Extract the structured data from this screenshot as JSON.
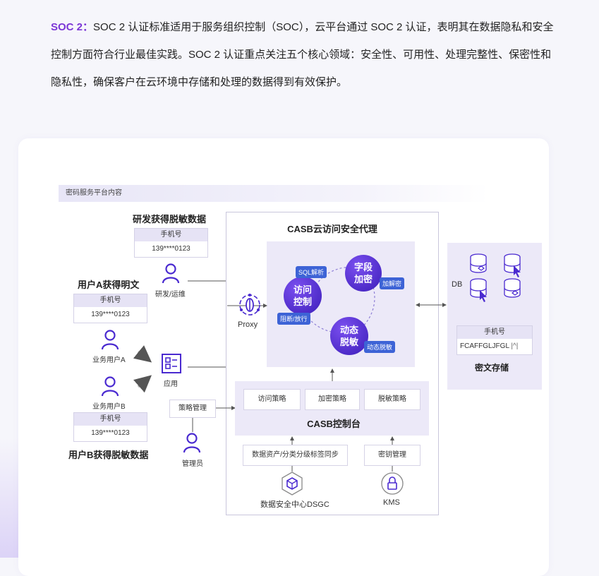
{
  "intro": {
    "keyword": "SOC 2：",
    "text": "SOC 2 认证标准适用于服务组织控制（SOC），云平台通过 SOC 2 认证，表明其在数据隐私和安全控制方面符合行业最佳实践。SOC 2 认证重点关注五个核心领域：安全性、可用性、处理完整性、保密性和隐私性，确保客户在云环境中存储和处理的数据得到有效保护。"
  },
  "diagram": {
    "banner": "密码服务平台内容",
    "dev": {
      "title": "研发获得脱敏数据",
      "phone_header": "手机号",
      "phone_value": "139****0123",
      "label": "研发/运维"
    },
    "userA": {
      "title": "用户A获得明文",
      "phone_header": "手机号",
      "phone_value": "139****0123",
      "label": "业务用户A"
    },
    "userB": {
      "title": "用户B获得脱敏数据",
      "phone_header": "手机号",
      "phone_value": "139****0123",
      "label": "业务用户B"
    },
    "app": {
      "label": "应用"
    },
    "policy_mgmt": "策略管理",
    "admin": "管理员",
    "proxy": "Proxy",
    "casb_proxy": {
      "title": "CASB云访问安全代理",
      "access": "访问\n控制",
      "field": "字段\n加密",
      "dynamic": "动态\n脱敏",
      "tag_sql": "SQL解析",
      "tag_block": "阻断/放行",
      "tag_encrypt": "加解密",
      "tag_mask": "动态脱敏"
    },
    "casb_console": {
      "title": "CASB控制台",
      "btn_access": "访问策略",
      "btn_encrypt": "加密策略",
      "btn_mask": "脱敏策略"
    },
    "sync": "数据资产/分类分级标签同步",
    "key_mgmt": "密钥管理",
    "dsgc": "数据安全中心DSGC",
    "kms": "KMS",
    "db": {
      "label": "DB",
      "phone_header": "手机号",
      "cipher_value": "FCAFFGLJFGL",
      "cipher_tail": "|^|",
      "caption": "密文存储"
    }
  },
  "colors": {
    "accent": "#7b36d6",
    "circle": "#4a2ad0",
    "tag": "#3d63d6",
    "panel": "#ece9f8"
  }
}
